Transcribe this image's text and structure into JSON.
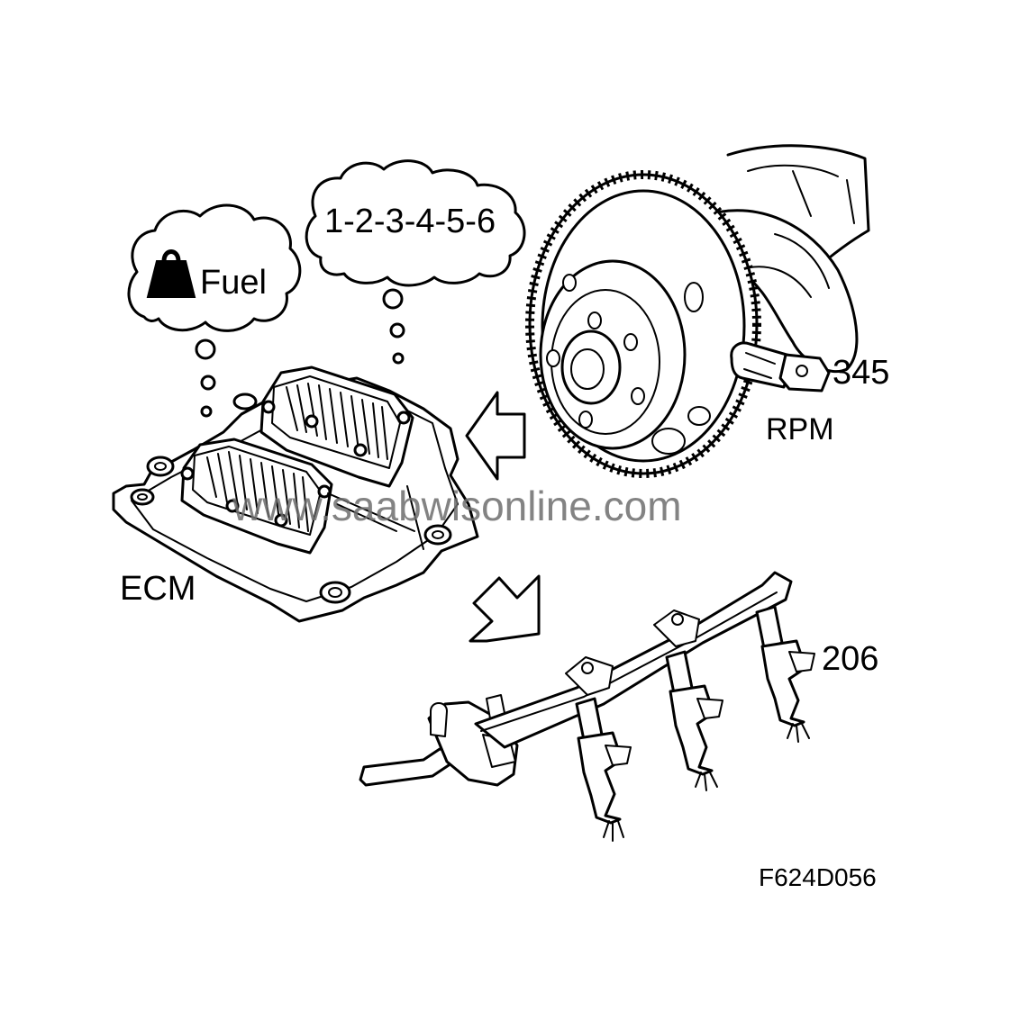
{
  "figure": {
    "thought_fuel": "Fuel",
    "thought_order": "1-2-3-4-5-6",
    "label_ecm": "ECM",
    "label_rpm": "RPM",
    "callout_sensor": "345",
    "callout_injector": "206",
    "figure_code": "F624D056",
    "watermark": "www.saabwisonline.com",
    "icons": [
      "weight-icon",
      "left-arrow-icon",
      "down-right-arrow-icon"
    ]
  }
}
